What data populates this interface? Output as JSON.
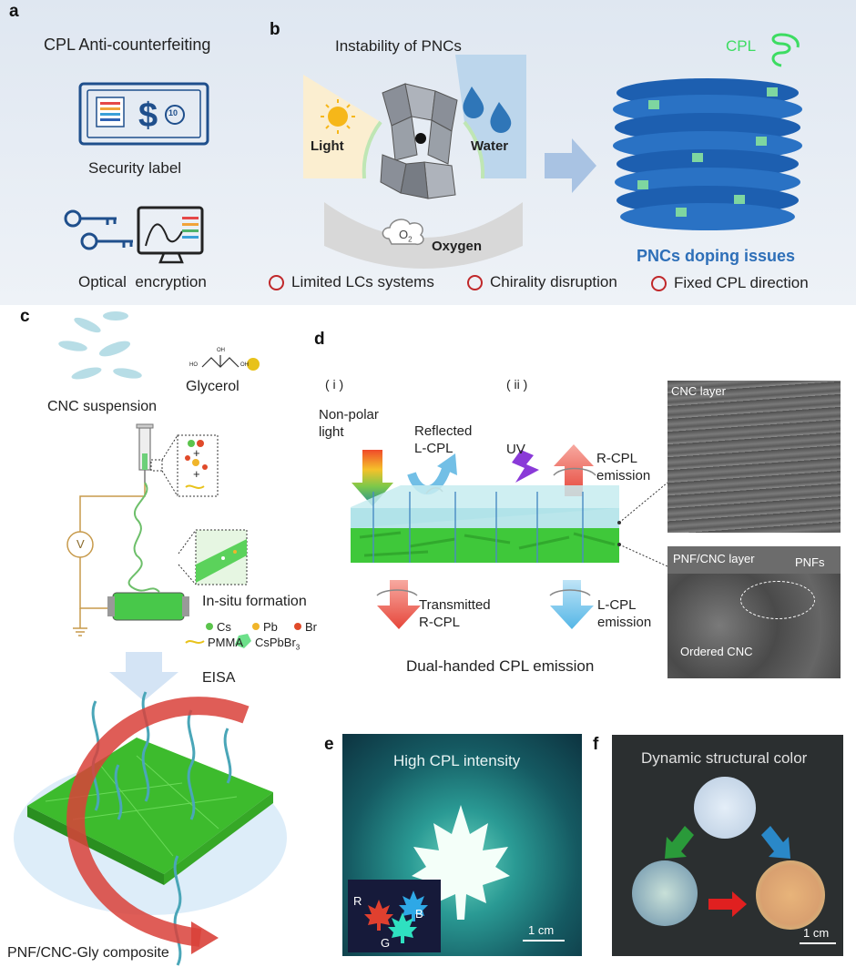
{
  "panel_a": {
    "label": "a",
    "title": "CPL Anti-counterfeiting",
    "security_label": "Security label",
    "encryption_label": "Optical  encryption",
    "coin_text": "10"
  },
  "panel_b": {
    "label": "b",
    "title": "Instability of PNCs",
    "light": "Light",
    "water": "Water",
    "oxygen": "Oxygen",
    "o2": "O",
    "o2_sub": "2",
    "cpl": "CPL",
    "doping_issues": "PNCs doping issues",
    "issues": [
      "Limited LCs systems",
      "Chirality disruption",
      "Fixed CPL direction"
    ]
  },
  "panel_c": {
    "label": "c",
    "cnc_suspension": "CNC suspension",
    "glycerol": "Glycerol",
    "ho_left": "HO",
    "oh_top": "OH",
    "oh_right": "OH",
    "plus1": "+",
    "plus2": "+",
    "voltmeter": "V",
    "in_situ": "In-situ formation",
    "cs": "Cs",
    "pb": "Pb",
    "br": "Br",
    "pmma": "PMMA",
    "cspbbr": "CsPbBr",
    "cspbbr_sub": "3",
    "eisa": "EISA",
    "composite": "PNF/CNC-Gly composite"
  },
  "panel_d": {
    "label": "d",
    "i": "( i )",
    "ii": "( ii )",
    "non_polar": "Non-polar",
    "light": "light",
    "reflected": "Reflected",
    "lcpl": "L-CPL",
    "uv": "UV",
    "rcpl_emission_1": "R-CPL",
    "rcpl_emission_2": "emission",
    "transmitted": "Transmitted",
    "rcpl": "R-CPL",
    "lcpl_emission_1": "L-CPL",
    "lcpl_emission_2": "emission",
    "dual": "Dual-handed CPL emission",
    "cnc_layer": "CNC layer",
    "pnf_cnc_layer": "PNF/CNC layer",
    "pnfs": "PNFs",
    "ordered_cnc": "Ordered CNC"
  },
  "panel_e": {
    "label": "e",
    "title": "High CPL intensity",
    "r": "R",
    "b": "B",
    "g": "G",
    "scale": "1 cm"
  },
  "panel_f": {
    "label": "f",
    "title": "Dynamic structural color",
    "scale": "1 cm"
  }
}
